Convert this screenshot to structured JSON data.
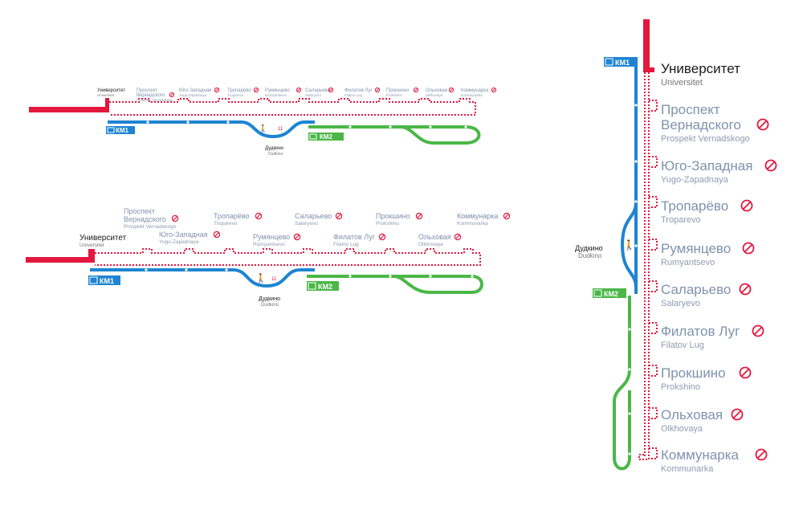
{
  "colors": {
    "red_line": "#e4173e",
    "blue_line": "#1e84d2",
    "green_line": "#4bb748",
    "station_ru": "#7f92ad",
    "station_lat": "#8e9cb0",
    "terminal_text": "#1a1a1a"
  },
  "lines": {
    "km1": "КМ1",
    "km2": "КМ2"
  },
  "dudkino": {
    "ru": "Дудкино",
    "lat": "Dudkino"
  },
  "track_number": "11",
  "stations": [
    {
      "ru": "Университет",
      "lat": "Universitet",
      "closed": false
    },
    {
      "ru": "Проспект Вернадского",
      "ru_line1": "Проспект",
      "ru_line2": "Вернадского",
      "lat": "Prospekt Vernadskogo",
      "closed": true
    },
    {
      "ru": "Юго-Западная",
      "lat": "Yugo-Zapadnaya",
      "closed": true
    },
    {
      "ru": "Тропарёво",
      "lat": "Troparevo",
      "closed": true
    },
    {
      "ru": "Румянцево",
      "lat": "Rumyantsevo",
      "closed": true
    },
    {
      "ru": "Саларьево",
      "lat": "Salaryevo",
      "closed": true
    },
    {
      "ru": "Филатов Луг",
      "lat": "Filatov Lug",
      "closed": true
    },
    {
      "ru": "Прокшино",
      "lat": "Prokshino",
      "closed": true
    },
    {
      "ru": "Ольховая",
      "lat": "Olkhovaya",
      "closed": true
    },
    {
      "ru": "Коммунарка",
      "lat": "Kommunarka",
      "closed": true
    }
  ],
  "icons": {
    "closed": "no-entry-icon",
    "train": "train-icon",
    "pedestrian": "pedestrian-icon"
  }
}
